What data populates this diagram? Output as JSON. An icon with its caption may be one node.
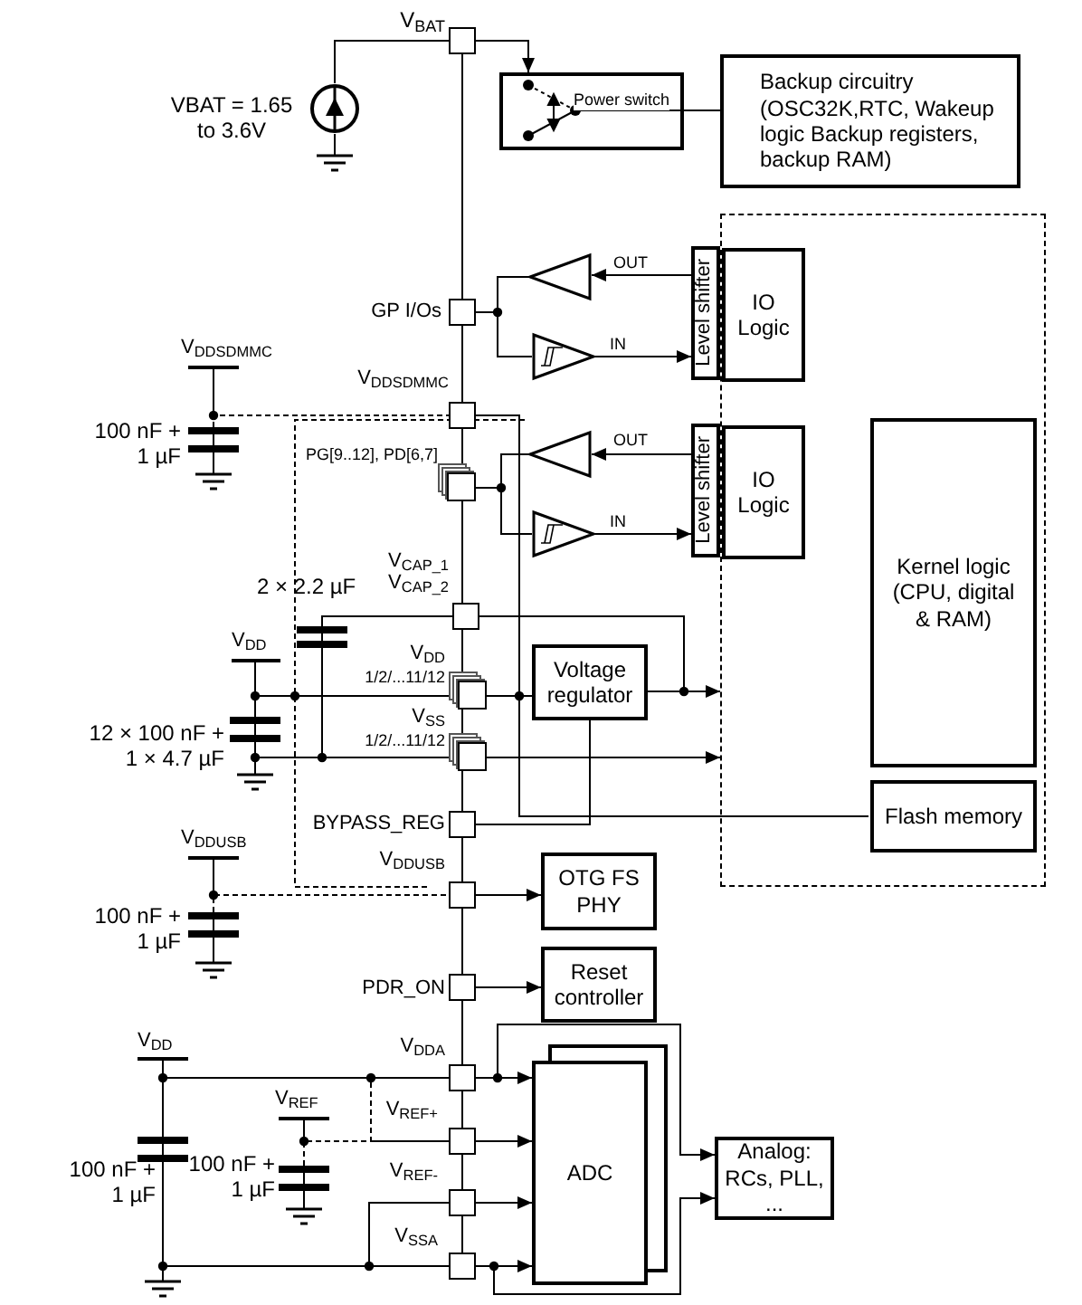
{
  "diagram": {
    "nodes": [
      {
        "text": [],
        "shape": "circle",
        "beside": [
          "VBAT = 1.65 to 3.6V"
        ]
      },
      {
        "text": [],
        "shape": "box",
        "beside": [
          "V$_{BAT}$"
        ]
      },
      {
        "text": [
          "Power switch"
        ]
      },
      {
        "text": [
          "Backup circuitry (OSC32K,RTC, Wakeup logic Backup registers, backup RAM)"
        ]
      },
      {
        "text": [],
        "shape": "box",
        "beside": [
          "GP I/Os"
        ]
      },
      {
        "text": [],
        "shape": "triangle"
      },
      {
        "text": [],
        "shape": "triangle"
      },
      {
        "text": [
          "Level shifter"
        ]
      },
      {
        "text": [],
        "shape": "box"
      },
      {
        "text": [
          "IO Logic"
        ],
        "in": 8
      },
      {
        "text": [],
        "shape": "capacitor",
        "beside": [
          "100 nF + 1 µF"
        ]
      },
      {
        "text": [],
        "shape": "box",
        "beside": [
          "V$_{DDSDMMC}$"
        ]
      },
      {
        "text": [],
        "shape": "box",
        "beside": [
          "PG[9..12], PD[6,7]"
        ]
      },
      {
        "text": [],
        "shape": "triangle"
      },
      {
        "text": [],
        "shape": "triangle"
      },
      {
        "text": [
          "Level shifter"
        ]
      },
      {
        "text": [
          "IO Logic"
        ],
        "in": 8
      },
      {
        "text": [
          "Kernel logic (CPU, digital & RAM)"
        ],
        "in": 8
      },
      {
        "text": [],
        "shape": "capacitor",
        "beside": [
          "2 × 2.2 µF"
        ]
      },
      {
        "text": [],
        "shape": "box",
        "beside": [
          "V$_{CAP_1}$",
          "V$_{CAP_2}$"
        ]
      },
      {
        "text": [],
        "shape": "capacitor",
        "beside": [
          "12 × 100 nF + 1 × 4.7 µF"
        ]
      },
      {
        "text": [],
        "shape": "box",
        "beside": [
          "V$_{DD}$",
          "1/2/...11/12"
        ]
      },
      {
        "text": [
          "Voltage regulator"
        ]
      },
      {
        "text": [],
        "shape": "box",
        "beside": [
          "V$_{SS}$",
          "1/2/...11/12"
        ]
      },
      {
        "text": [],
        "shape": "box",
        "beside": [
          "BYPASS_REG"
        ]
      },
      {
        "text": [
          "Flash memory"
        ],
        "in": 8
      },
      {
        "text": [],
        "shape": "capacitor",
        "beside": [
          "100 nF + 1 µF"
        ]
      },
      {
        "text": [],
        "shape": "box",
        "beside": [
          "V$_{DDUSB}$"
        ]
      },
      {
        "text": [
          "OTG FS PHY"
        ]
      },
      {
        "text": [],
        "shape": "box",
        "beside": [
          "PDR_ON"
        ]
      },
      {
        "text": [
          "Reset controller"
        ]
      },
      {
        "text": [],
        "shape": "capacitor",
        "beside": [
          "100 nF + 1 µF"
        ]
      },
      {
        "text": [],
        "shape": "box",
        "beside": [
          "V$_{DDA}$"
        ]
      },
      {
        "text": [],
        "shape": "capacitor",
        "beside": [
          "100 nF + 1 µF"
        ]
      },
      {
        "text": [],
        "shape": "box",
        "beside": [
          "V$_{REF+}$"
        ]
      },
      {
        "text": [],
        "shape": "box",
        "beside": [
          "V$_{REF-}$"
        ]
      },
      {
        "text": [],
        "shape": "box",
        "beside": [
          "V$_{SSA}$"
        ]
      },
      {
        "text": [
          "ADC"
        ]
      },
      {
        "text": [
          "Analog: RCs, PLL, ..."
        ]
      }
    ],
    "edges": [
      {
        "from": 0,
        "to": 1,
        "arrow": "none"
      },
      {
        "from": 1,
        "to": 2,
        "arrow": "to"
      },
      {
        "from": 2,
        "to": 3,
        "arrow": "none"
      },
      {
        "from": 7,
        "to": 5,
        "arrow": "to",
        "label": "OUT"
      },
      {
        "from": 6,
        "to": 7,
        "arrow": "to",
        "label": "IN"
      },
      {
        "from": 5,
        "to": 4,
        "arrow": "none"
      },
      {
        "from": 4,
        "to": 6,
        "arrow": "none"
      },
      {
        "from": 10,
        "to": 11,
        "arrow": "none",
        "style": "dashed"
      },
      {
        "from": 15,
        "to": 13,
        "arrow": "to",
        "label": "OUT"
      },
      {
        "from": 14,
        "to": 15,
        "arrow": "to",
        "label": "IN"
      },
      {
        "from": 13,
        "to": 12,
        "arrow": "none"
      },
      {
        "from": 12,
        "to": 14,
        "arrow": "none"
      },
      {
        "from": 18,
        "to": 19,
        "arrow": "none"
      },
      {
        "from": 18,
        "to": 23,
        "arrow": "none"
      },
      {
        "from": 20,
        "to": 21,
        "arrow": "none"
      },
      {
        "from": 20,
        "to": 23,
        "arrow": "none"
      },
      {
        "from": 21,
        "to": 22,
        "arrow": "none"
      },
      {
        "from": 22,
        "to": 8,
        "arrow": "to"
      },
      {
        "from": 23,
        "to": 8,
        "arrow": "to"
      },
      {
        "from": 19,
        "to": 22,
        "arrow": "none"
      },
      {
        "from": 24,
        "to": 22,
        "arrow": "none"
      },
      {
        "from": 11,
        "to": 25,
        "arrow": "none"
      },
      {
        "from": 26,
        "to": 27,
        "arrow": "none",
        "style": "dashed"
      },
      {
        "from": 27,
        "to": 28,
        "arrow": "to"
      },
      {
        "from": 29,
        "to": 30,
        "arrow": "to"
      },
      {
        "from": 31,
        "to": 32,
        "arrow": "none"
      },
      {
        "from": 31,
        "to": 36,
        "arrow": "none"
      },
      {
        "from": 31,
        "to": 34,
        "arrow": "none",
        "style": "dashed"
      },
      {
        "from": 33,
        "to": 34,
        "arrow": "none",
        "style": "dashed"
      },
      {
        "from": 31,
        "to": 35,
        "arrow": "none"
      },
      {
        "from": 32,
        "to": 37,
        "arrow": "to"
      },
      {
        "from": 34,
        "to": 37,
        "arrow": "to"
      },
      {
        "from": 35,
        "to": 37,
        "arrow": "to"
      },
      {
        "from": 36,
        "to": 37,
        "arrow": "to"
      },
      {
        "from": 32,
        "to": 38,
        "arrow": "to"
      },
      {
        "from": 36,
        "to": 38,
        "arrow": "to"
      }
    ],
    "labels": [
      "V$_{DDSDMMC}$",
      "V$_{DD}$",
      "V$_{DDUSB}$",
      "V$_{DD}$",
      "V$_{REF}$"
    ]
  }
}
